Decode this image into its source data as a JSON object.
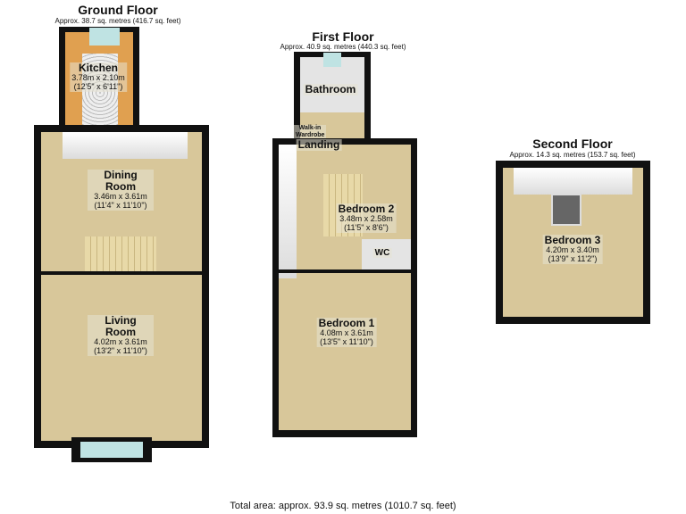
{
  "ground_floor": {
    "title": "Ground Floor",
    "area": "Approx. 38.7 sq. metres (416.7 sq. feet)",
    "rooms": [
      {
        "name": "Kitchen",
        "metric": "3.78m x 2.10m",
        "imperial": "(12'5\" x 6'11\")"
      },
      {
        "name": "Dining Room",
        "metric": "3.46m x 3.61m",
        "imperial": "(11'4\" x 11'10\")"
      },
      {
        "name": "Living Room",
        "metric": "4.02m x 3.61m",
        "imperial": "(13'2\" x 11'10\")"
      }
    ]
  },
  "first_floor": {
    "title": "First Floor",
    "area": "Approx. 40.9 sq. metres (440.3 sq. feet)",
    "rooms": [
      {
        "name": "Bathroom"
      },
      {
        "name": "Walk-in Wardrobe"
      },
      {
        "name": "Landing"
      },
      {
        "name": "Bedroom 2",
        "metric": "3.48m x 2.58m",
        "imperial": "(11'5\" x 8'6\")"
      },
      {
        "name": "WC"
      },
      {
        "name": "Bedroom 1",
        "metric": "4.08m x 3.61m",
        "imperial": "(13'5\" x 11'10\")"
      }
    ]
  },
  "second_floor": {
    "title": "Second Floor",
    "area": "Approx. 14.3 sq. metres (153.7 sq. feet)",
    "rooms": [
      {
        "name": "Bedroom 3",
        "metric": "4.20m x 3.40m",
        "imperial": "(13'9\" x 11'2\")"
      }
    ]
  },
  "total_area": "Total area: approx. 93.9 sq. metres (1010.7 sq. feet)",
  "colors": {
    "wall": "#111111",
    "floor": "#d8c79a",
    "window": "#bfe3e3"
  }
}
